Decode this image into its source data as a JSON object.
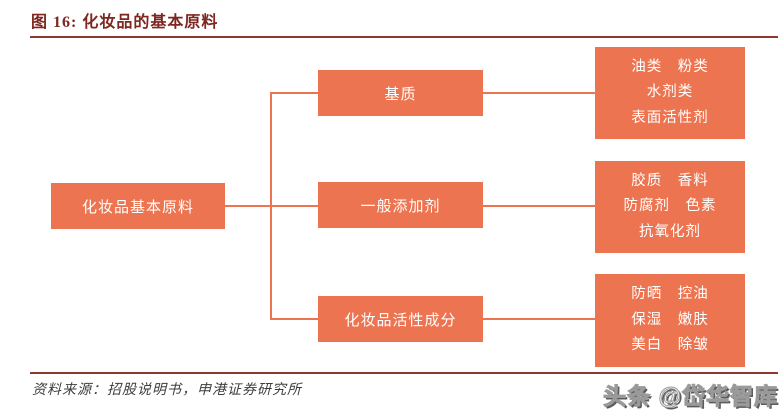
{
  "header": {
    "title": "图 16: 化妆品的基本原料"
  },
  "diagram": {
    "root_label": "化妆品基本原料",
    "branches": [
      {
        "label": "基质",
        "details": [
          "油类　粉类",
          "水剂类",
          "表面活性剂"
        ]
      },
      {
        "label": "一般添加剂",
        "details": [
          "胶质　香料",
          "防腐剂　色素",
          "抗氧化剂"
        ]
      },
      {
        "label": "化妆品活性成分",
        "details": [
          "防晒　控油",
          "保湿　嫩肤",
          "美白　除皱"
        ]
      }
    ]
  },
  "footer": {
    "source": "资料来源：招股说明书，申港证券研究所"
  },
  "watermark": {
    "label": "头条 @岱华智库"
  },
  "colors": {
    "node_fill": "#ED7450",
    "node_text": "#FFFFFF",
    "title": "#7E2620",
    "rule": "#8B3A2B",
    "source_text": "#3D3D3D"
  }
}
